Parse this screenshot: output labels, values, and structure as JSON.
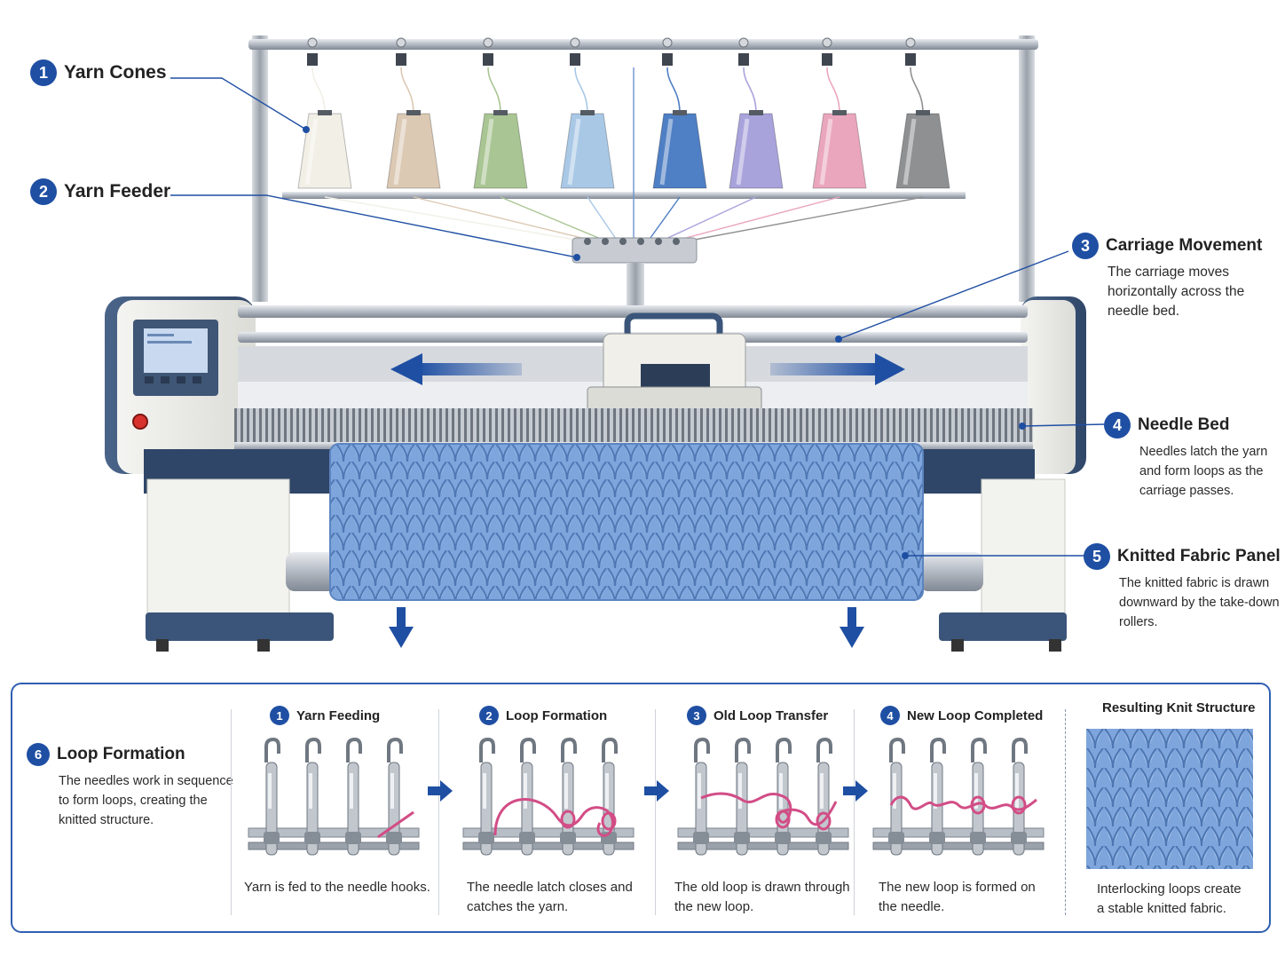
{
  "callouts": [
    {
      "num": "1",
      "title": "Yarn Cones",
      "desc": ""
    },
    {
      "num": "2",
      "title": "Yarn Feeder",
      "desc": ""
    },
    {
      "num": "3",
      "title": "Carriage Movement",
      "desc": [
        "The carriage moves",
        "horizontally across the",
        "needle bed."
      ]
    },
    {
      "num": "4",
      "title": "Needle Bed",
      "desc": [
        "Needles latch the yarn",
        "and form loops as the",
        "carriage passes."
      ]
    },
    {
      "num": "5",
      "title": "Knitted Fabric Panel",
      "desc": [
        "The knitted fabric is drawn",
        "downward by the take-down",
        "rollers."
      ]
    }
  ],
  "yarn_colors": [
    "#f1efe6",
    "#dcc9b4",
    "#a9c593",
    "#a9c8e6",
    "#4f7fc4",
    "#a9a3dc",
    "#eaa6bd",
    "#8e9092"
  ],
  "loop_panel": {
    "num": "6",
    "title": "Loop Formation",
    "desc": [
      "The needles work in sequence",
      "to form loops, creating the",
      "knitted structure."
    ],
    "steps": [
      {
        "num": "1",
        "title": "Yarn Feeding",
        "desc": [
          "Yarn is fed to the needle hooks."
        ]
      },
      {
        "num": "2",
        "title": "Loop Formation",
        "desc": [
          "The needle latch closes and",
          "catches the yarn."
        ]
      },
      {
        "num": "3",
        "title": "Old Loop Transfer",
        "desc": [
          "The old loop is drawn through",
          "the new loop."
        ]
      },
      {
        "num": "4",
        "title": "New Loop Completed",
        "desc": [
          "The new loop is formed on",
          "the needle."
        ]
      }
    ],
    "result": {
      "title": "Resulting Knit Structure",
      "desc": [
        "Interlocking loops create",
        "a stable knitted fabric."
      ]
    }
  },
  "colors": {
    "accent": "#1f4fa3",
    "fabric": "#7aa4dc",
    "machine_navy": "#3b557a",
    "yarn_pink": "#d24d86"
  }
}
